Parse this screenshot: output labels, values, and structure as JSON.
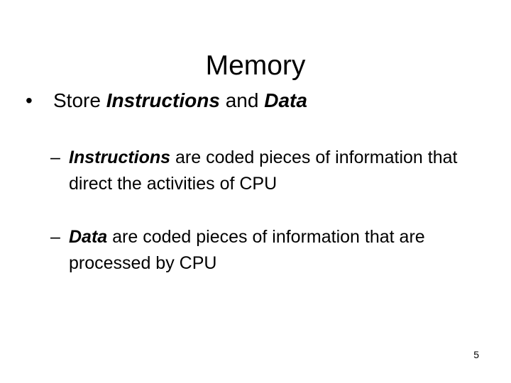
{
  "slide": {
    "title": "Memory",
    "page_number": "5",
    "background_color": "#ffffff",
    "text_color": "#000000"
  },
  "content": {
    "bullet_marker_level1": "•",
    "bullet_marker_level2": "–",
    "level1": {
      "prefix": "Store ",
      "term1": "Instructions",
      "middle": " and ",
      "term2": "Data"
    },
    "level2": [
      {
        "term": "Instructions",
        "rest": " are coded pieces of information that direct the activities of CPU"
      },
      {
        "term": "Data",
        "rest": " are coded pieces of information that are processed by CPU"
      }
    ]
  }
}
